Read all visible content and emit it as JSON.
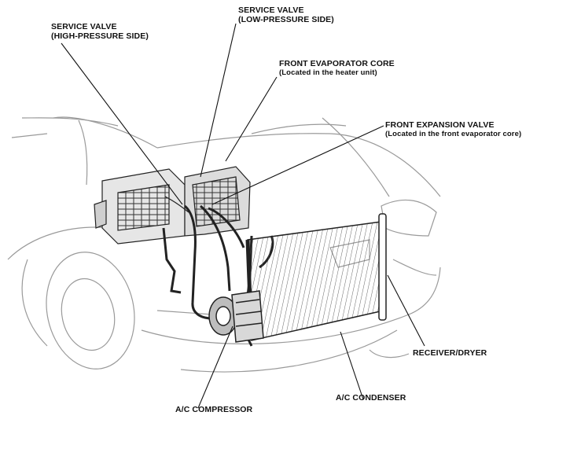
{
  "labels": {
    "service_valve_high": {
      "line1": "SERVICE VALVE",
      "line2": "(HIGH-PRESSURE SIDE)"
    },
    "service_valve_low": {
      "line1": "SERVICE VALVE",
      "line2": "(LOW-PRESSURE SIDE)"
    },
    "front_evaporator_core": {
      "line1": "FRONT EVAPORATOR CORE",
      "line2": "(Located in the heater unit)"
    },
    "front_expansion_valve": {
      "line1": "FRONT EXPANSION VALVE",
      "line2": "(Located in the front evaporator core)"
    },
    "receiver_dryer": "RECEIVER/DRYER",
    "ac_condenser": "A/C CONDENSER",
    "ac_compressor": "A/C COMPRESSOR"
  },
  "colors": {
    "ink": "#111111",
    "line": "#555555",
    "background": "#ffffff"
  }
}
